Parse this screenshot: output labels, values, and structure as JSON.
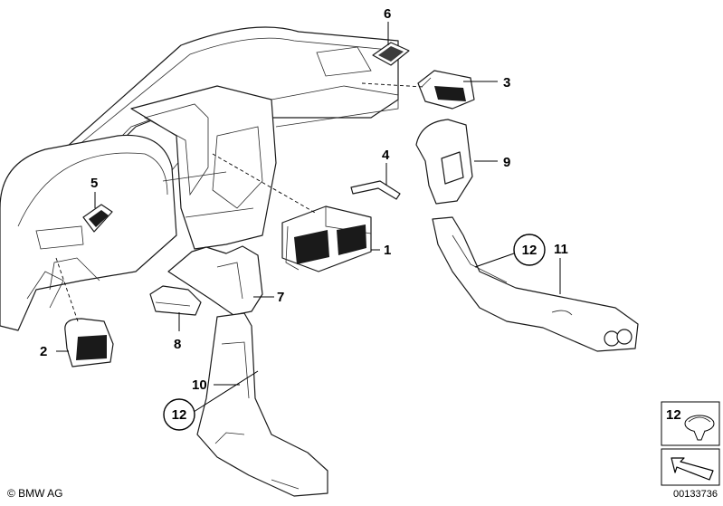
{
  "callouts": {
    "p1": "1",
    "p2": "2",
    "p3": "3",
    "p4": "4",
    "p5": "5",
    "p6": "6",
    "p7": "7",
    "p8": "8",
    "p9": "9",
    "p10": "10",
    "p11": "11",
    "p12a": "12",
    "p12b": "12"
  },
  "legend": {
    "number": "12"
  },
  "footer": {
    "copyright": "© BMW AG",
    "diagram_id": "00133736"
  }
}
